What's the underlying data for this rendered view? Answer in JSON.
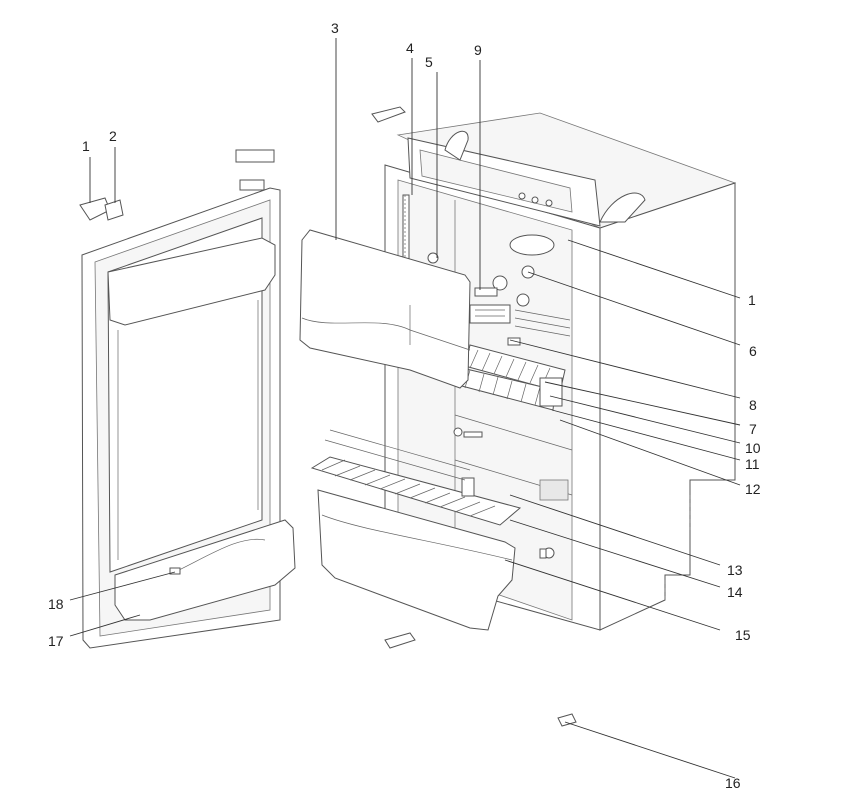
{
  "callouts": [
    {
      "id": "c1a",
      "label": "1"
    },
    {
      "id": "c2",
      "label": "2"
    },
    {
      "id": "c3",
      "label": "3"
    },
    {
      "id": "c4",
      "label": "4"
    },
    {
      "id": "c5",
      "label": "5"
    },
    {
      "id": "c9",
      "label": "9"
    },
    {
      "id": "c1b",
      "label": "1"
    },
    {
      "id": "c6",
      "label": "6"
    },
    {
      "id": "c8",
      "label": "8"
    },
    {
      "id": "c7",
      "label": "7"
    },
    {
      "id": "c10",
      "label": "10"
    },
    {
      "id": "c11",
      "label": "11"
    },
    {
      "id": "c12",
      "label": "12"
    },
    {
      "id": "c13",
      "label": "13"
    },
    {
      "id": "c14",
      "label": "14"
    },
    {
      "id": "c15",
      "label": "15"
    },
    {
      "id": "c16",
      "label": "16"
    },
    {
      "id": "c17",
      "label": "17"
    },
    {
      "id": "c18",
      "label": "18"
    }
  ]
}
